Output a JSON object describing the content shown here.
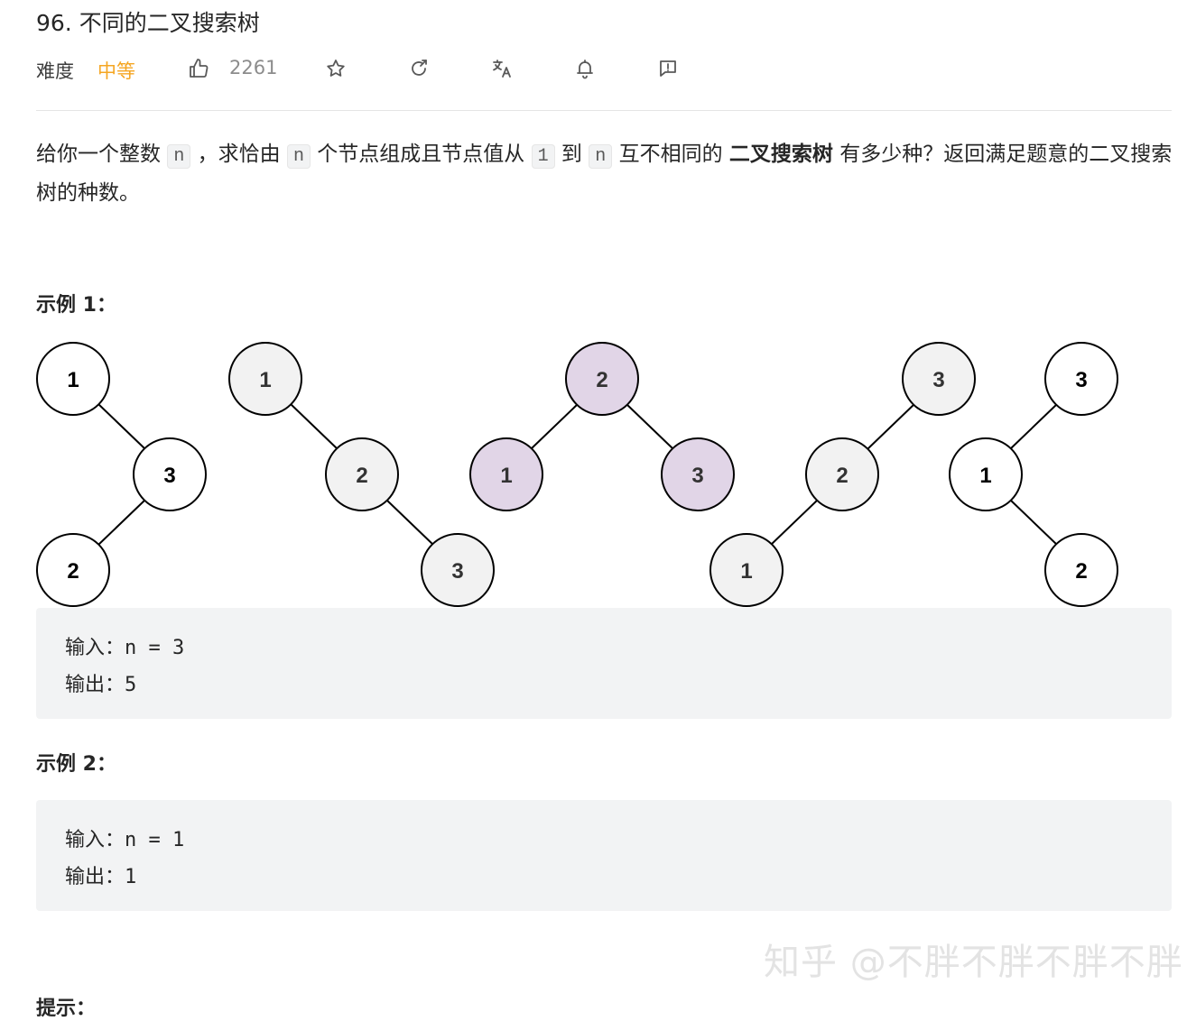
{
  "problem": {
    "title": "96. 不同的二叉搜索树",
    "difficulty_label": "难度",
    "difficulty": "中等",
    "likes": "2261"
  },
  "toolbar": {
    "icons": [
      "thumbs-up-icon",
      "star-icon",
      "refresh-icon",
      "translate-icon",
      "bell-icon",
      "feedback-icon"
    ]
  },
  "description": {
    "p1": "给你一个整数",
    "code_n": "n",
    "p2": "，求恰由",
    "p3": "个节点组成且节点值从",
    "code_1": "1",
    "p4": "到",
    "p5": "互不相同的",
    "bold": "二叉搜索树",
    "p6": "有多少种？返回满足题意的二叉搜索树的种数。"
  },
  "examples": [
    {
      "title": "示例 1：",
      "input": "输入：n = 3",
      "output": "输出：5"
    },
    {
      "title": "示例 2：",
      "input": "输入：n = 1",
      "output": "输出：1"
    }
  ],
  "trees": [
    {
      "nodes": [
        {
          "label": "1",
          "fill": "#ffffff"
        },
        {
          "label": "3",
          "fill": "#ffffff"
        },
        {
          "label": "2",
          "fill": "#ffffff"
        }
      ]
    },
    {
      "nodes": [
        {
          "label": "1",
          "fill": "#f2f2f2"
        },
        {
          "label": "2",
          "fill": "#f2f2f2"
        },
        {
          "label": "3",
          "fill": "#f2f2f2"
        }
      ]
    },
    {
      "nodes": [
        {
          "label": "2",
          "fill": "#e1d5e7"
        },
        {
          "label": "1",
          "fill": "#e1d5e7"
        },
        {
          "label": "3",
          "fill": "#e1d5e7"
        }
      ]
    },
    {
      "nodes": [
        {
          "label": "3",
          "fill": "#f2f2f2"
        },
        {
          "label": "2",
          "fill": "#f2f2f2"
        },
        {
          "label": "1",
          "fill": "#f2f2f2"
        }
      ]
    },
    {
      "nodes": [
        {
          "label": "3",
          "fill": "#ffffff"
        },
        {
          "label": "1",
          "fill": "#ffffff"
        },
        {
          "label": "2",
          "fill": "#ffffff"
        }
      ]
    }
  ],
  "watermark": "知乎 @不胖不胖不胖不胖",
  "next_section": "提示："
}
